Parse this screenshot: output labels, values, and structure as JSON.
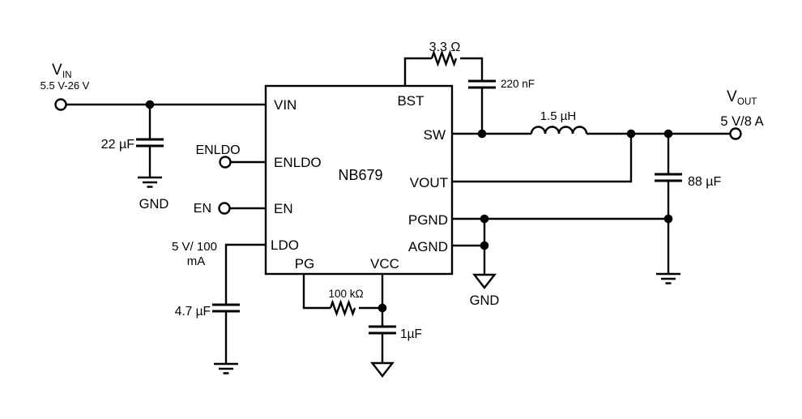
{
  "input": {
    "label": "V",
    "label_sub": "IN",
    "range": "5.5 V-26 V",
    "cap_value": "22 µF",
    "gnd_label": "GND"
  },
  "control": {
    "enldo_label": "ENLDO",
    "en_label": "EN"
  },
  "ldo": {
    "rating_line1": "5 V/ 100",
    "rating_line2": "mA",
    "cap_value": "4.7 µF"
  },
  "ic": {
    "part_number": "NB679",
    "pins": {
      "vin": "VIN",
      "enldo": "ENLDO",
      "en": "EN",
      "ldo": "LDO",
      "pg": "PG",
      "vcc": "VCC",
      "bst": "BST",
      "sw": "SW",
      "vout": "VOUT",
      "pgnd": "PGND",
      "agnd": "AGND"
    }
  },
  "bst": {
    "resistor_value": "3.3 Ω",
    "cap_value": "220 nF"
  },
  "pg": {
    "resistor_value": "100 kΩ"
  },
  "vcc": {
    "cap_value": "1µF"
  },
  "agnd": {
    "gnd_label": "GND"
  },
  "output": {
    "inductor_value": "1.5 µH",
    "cap_value": "88 µF",
    "label": "V",
    "label_sub": "OUT",
    "rating": "5 V/8 A"
  }
}
